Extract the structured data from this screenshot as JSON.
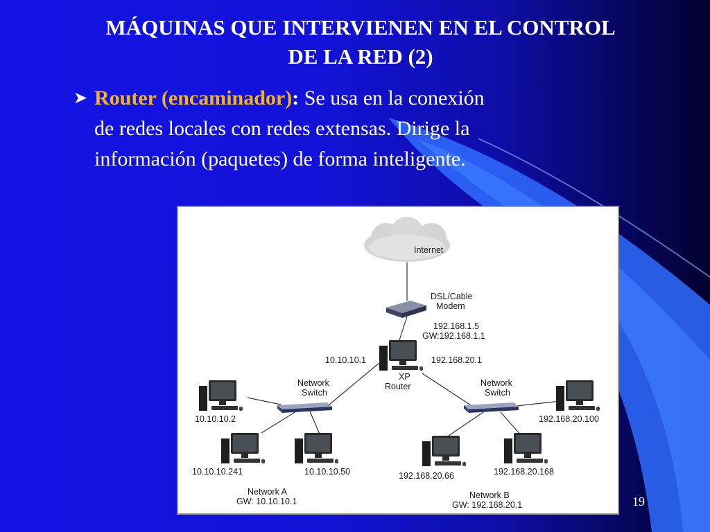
{
  "slide": {
    "title_line1": "MÁQUINAS QUE INTERVIENEN  EN EL CONTROL",
    "title_line2": "DE LA RED (2)",
    "bullet": {
      "term": "Router (encaminador)",
      "colon": ":",
      "line1_rest": " Se usa en la conexión",
      "line2": "de redes locales con redes extensas. Dirige la",
      "line3": "información (paquetes) de forma inteligente."
    },
    "page_number": "19"
  },
  "diagram": {
    "internet": "Internet",
    "modem_line1": "DSL/Cable",
    "modem_line2": "Modem",
    "modem_ip": "192.168.1.5",
    "modem_gw": "GW:192.168.1.1",
    "router_ip_left": "10.10.10.1",
    "router_ip_right": "192.168.20.1",
    "router_line1": "XP",
    "router_line2": "Router",
    "switch_left_line1": "Network",
    "switch_left_line2": "Switch",
    "switch_right_line1": "Network",
    "switch_right_line2": "Switch",
    "pc_a1": "10.10.10.2",
    "pc_a2": "10.10.10.241",
    "pc_a3": "10.10.10.50",
    "network_a": "Network A",
    "network_a_gw": "GW: 10.10.10.1",
    "pc_b1": "192.168.20.100",
    "pc_b2": "192.168.20.66",
    "pc_b3": "192.168.20.168",
    "network_b": "Network B",
    "network_b_gw": "GW: 192.168.20.1"
  }
}
